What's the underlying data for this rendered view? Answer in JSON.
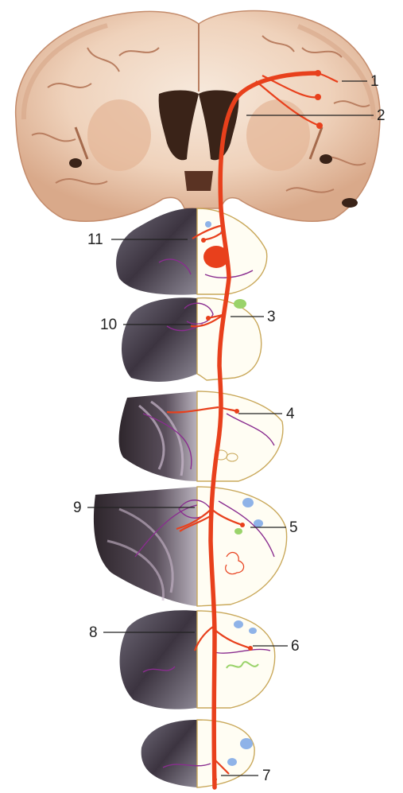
{
  "labels": [
    {
      "id": "1",
      "text": "1"
    },
    {
      "id": "2",
      "text": "2"
    },
    {
      "id": "3",
      "text": "3"
    },
    {
      "id": "4",
      "text": "4"
    },
    {
      "id": "5",
      "text": "5"
    },
    {
      "id": "6",
      "text": "6"
    },
    {
      "id": "7",
      "text": "7"
    },
    {
      "id": "8",
      "text": "8"
    },
    {
      "id": "9",
      "text": "9"
    },
    {
      "id": "10",
      "text": "10"
    },
    {
      "id": "11",
      "text": "11"
    }
  ],
  "colors": {
    "tract": "#e8401c",
    "fibers": "#8a2d8f",
    "brain_tissue": "#e9c4a6",
    "white_matter": "#f7e9dc",
    "section_stain": "#4a4048",
    "drawing_outline": "#c9a85a",
    "nucleus_blue": "#8fb3e8",
    "nucleus_green": "#9ad36a"
  }
}
